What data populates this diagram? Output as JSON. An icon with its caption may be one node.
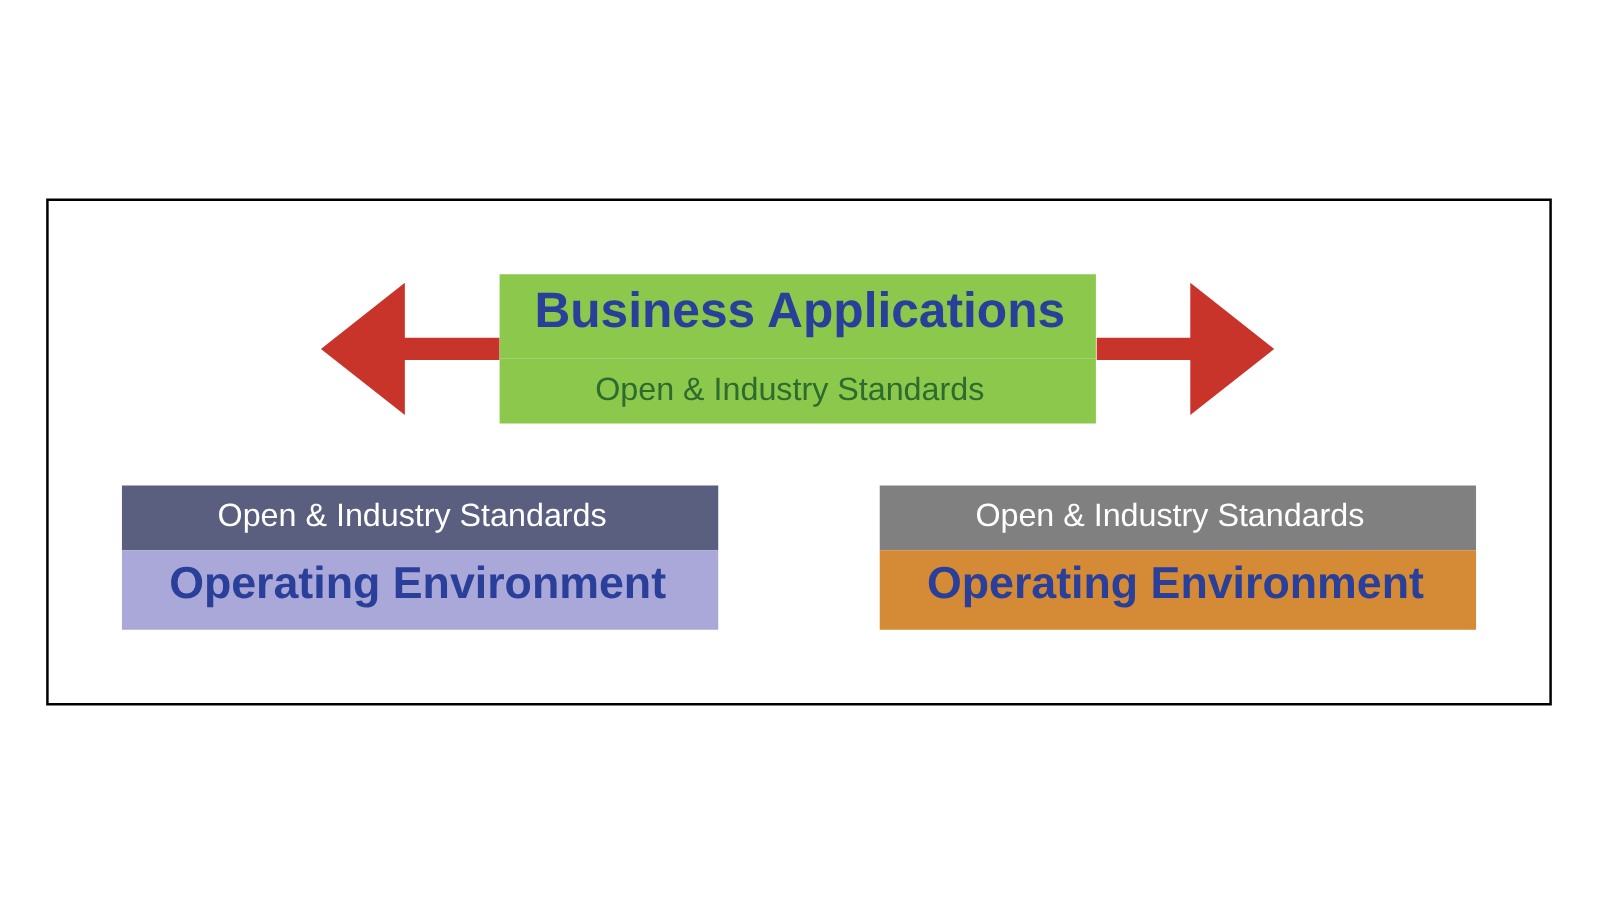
{
  "diagram": {
    "nodes": [
      {
        "text": [],
        "shape": "box"
      },
      {
        "text": [
          "Business Applications",
          "Open & Industry Standards"
        ],
        "in": 0
      },
      {
        "text": [
          "Open & Industry Standards",
          "Operating Environment"
        ],
        "in": 0
      },
      {
        "text": [
          "Open & Industry Standards",
          "Operating Environment"
        ],
        "in": 0
      }
    ],
    "edges": [
      {
        "from": 1,
        "to": null,
        "arrow": "to"
      },
      {
        "from": 1,
        "to": null,
        "arrow": "to"
      }
    ]
  }
}
